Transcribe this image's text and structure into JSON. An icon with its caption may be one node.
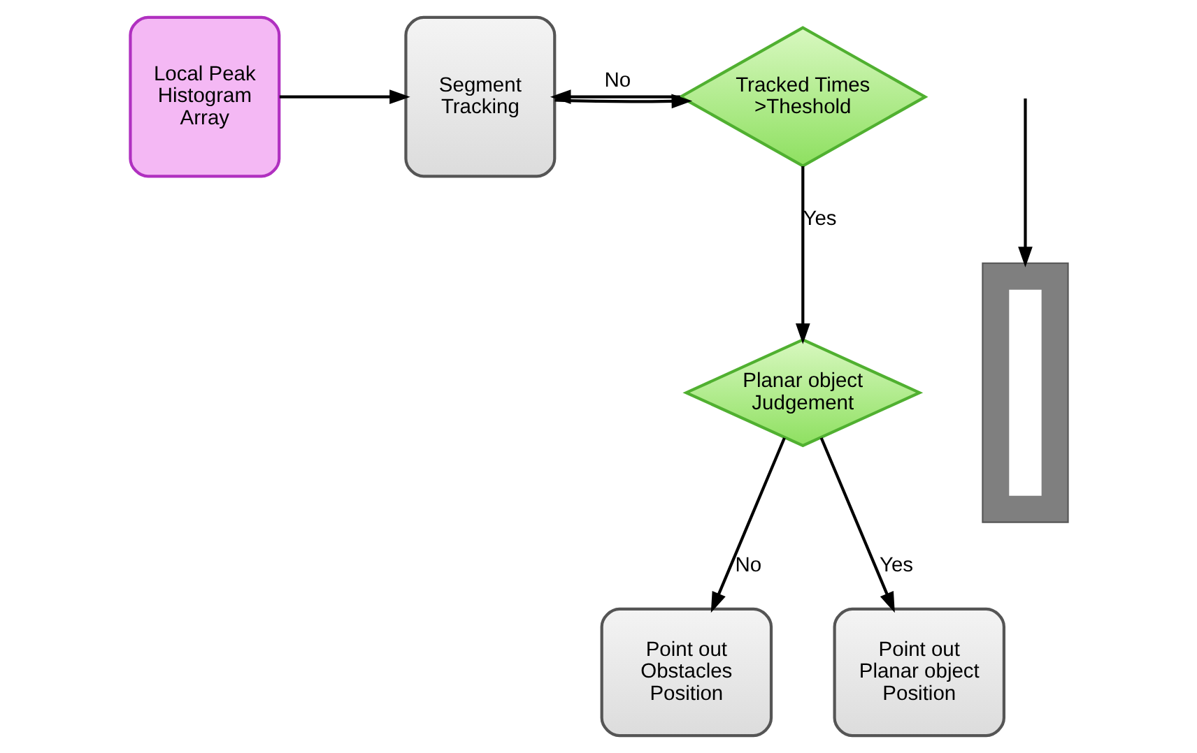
{
  "diagram": {
    "nodes": [
      {
        "text": [
          "Local Peak Histogram Array"
        ]
      },
      {
        "text": [
          "Segment Tracking"
        ]
      },
      {
        "text": [
          "Tracked Times >Theshold"
        ]
      },
      {
        "text": [
          "Planar object Judgement"
        ]
      },
      {
        "text": [
          "Point out Obstacles Position"
        ]
      },
      {
        "text": [
          "Point out Planar object Position"
        ]
      },
      {
        "text": [],
        "shape": "picture"
      }
    ],
    "edges": [
      {
        "from": 0,
        "to": 1,
        "arrow": "to"
      },
      {
        "from": 1,
        "to": 2,
        "arrow": "to"
      },
      {
        "from": 2,
        "to": 1,
        "arrow": "to",
        "label": "No"
      },
      {
        "from": 2,
        "to": 3,
        "arrow": "to",
        "label": "Yes"
      },
      {
        "from": 3,
        "to": 4,
        "arrow": "to",
        "label": "No"
      },
      {
        "from": 3,
        "to": 5,
        "arrow": "to",
        "label": "Yes"
      },
      {
        "from": null,
        "to": 6,
        "arrow": "to"
      }
    ]
  }
}
